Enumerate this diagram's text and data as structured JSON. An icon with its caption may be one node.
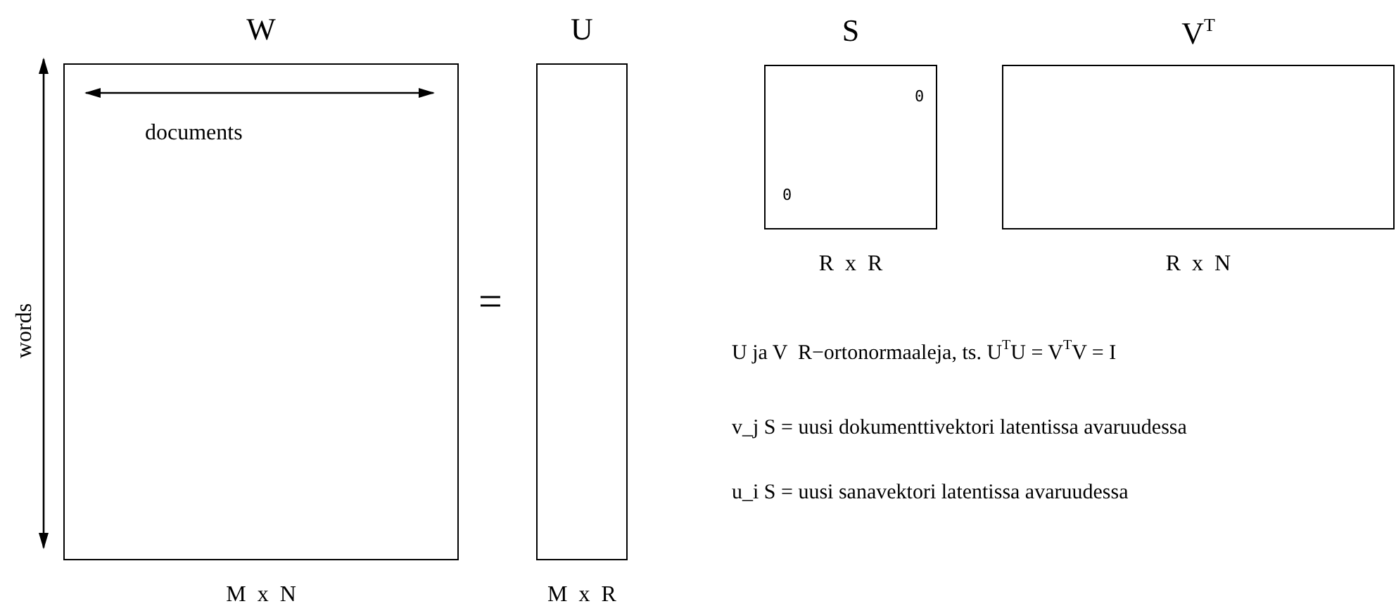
{
  "diagram": {
    "nodes": [
      {
        "text": [
          "W"
        ],
        "beside": [
          "M  x  N"
        ]
      },
      {
        "text": [
          "U"
        ],
        "beside": [
          "M  x  R"
        ]
      },
      {
        "text": [
          "S",
          "0",
          "0"
        ],
        "beside": [
          "R  x  R"
        ]
      },
      {
        "text": [
          "V$^{T}$"
        ],
        "beside": [
          "R  x  N"
        ]
      }
    ],
    "labels": [
      "documents",
      "words",
      "=",
      "U ja V  R−ortonormaaleja, ts. U$^{T}$U = V$^{T}$V = I",
      "v_j S = uusi dokumenttivektori latentissa avaruudessa",
      "u_i S = uusi sanavektori latentissa avaruudessa"
    ]
  }
}
